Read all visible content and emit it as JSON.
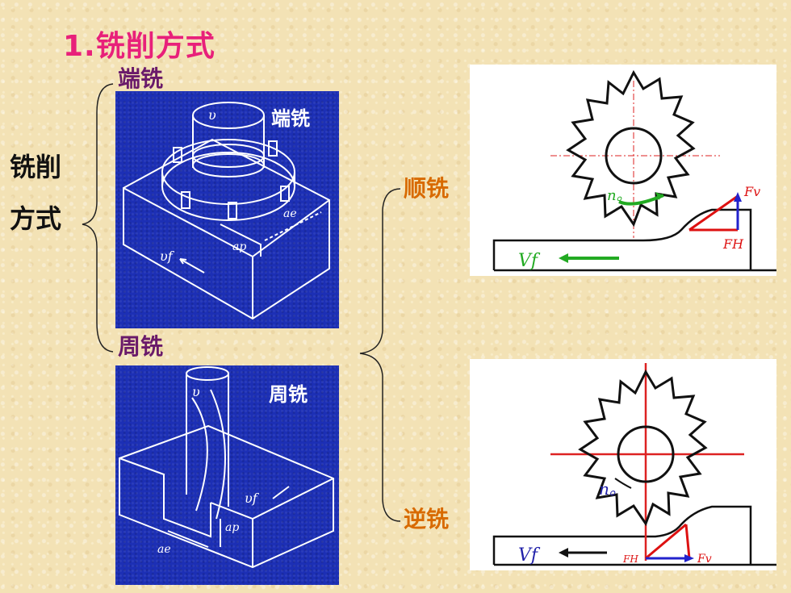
{
  "title": "1.铣削方式",
  "root": {
    "line1": "铣削",
    "line2": "方式"
  },
  "branches": {
    "face": {
      "label": "端铣",
      "panel_label": "端铣"
    },
    "peripheral": {
      "label": "周铣",
      "panel_label": "周铣"
    },
    "climb": {
      "label": "顺铣"
    },
    "conventional": {
      "label": "逆铣"
    }
  },
  "face_diagram": {
    "v": "υ",
    "vf": "υf",
    "ae": "ae",
    "ap": "ap"
  },
  "peripheral_diagram": {
    "v": "υ",
    "vf": "υf",
    "ae": "ae",
    "ap": "ap"
  },
  "climb_diagram": {
    "n": "n。",
    "fv": "Fv",
    "fh": "FH",
    "vf": "Vf"
  },
  "conventional_diagram": {
    "n": "n。",
    "fh": "FH",
    "fv": "Fv",
    "vf": "Vf"
  },
  "colors": {
    "title": "#e8207a",
    "purple": "#6a1a6a",
    "orange": "#d86a00",
    "panel_blue": "#1c2fb5"
  }
}
